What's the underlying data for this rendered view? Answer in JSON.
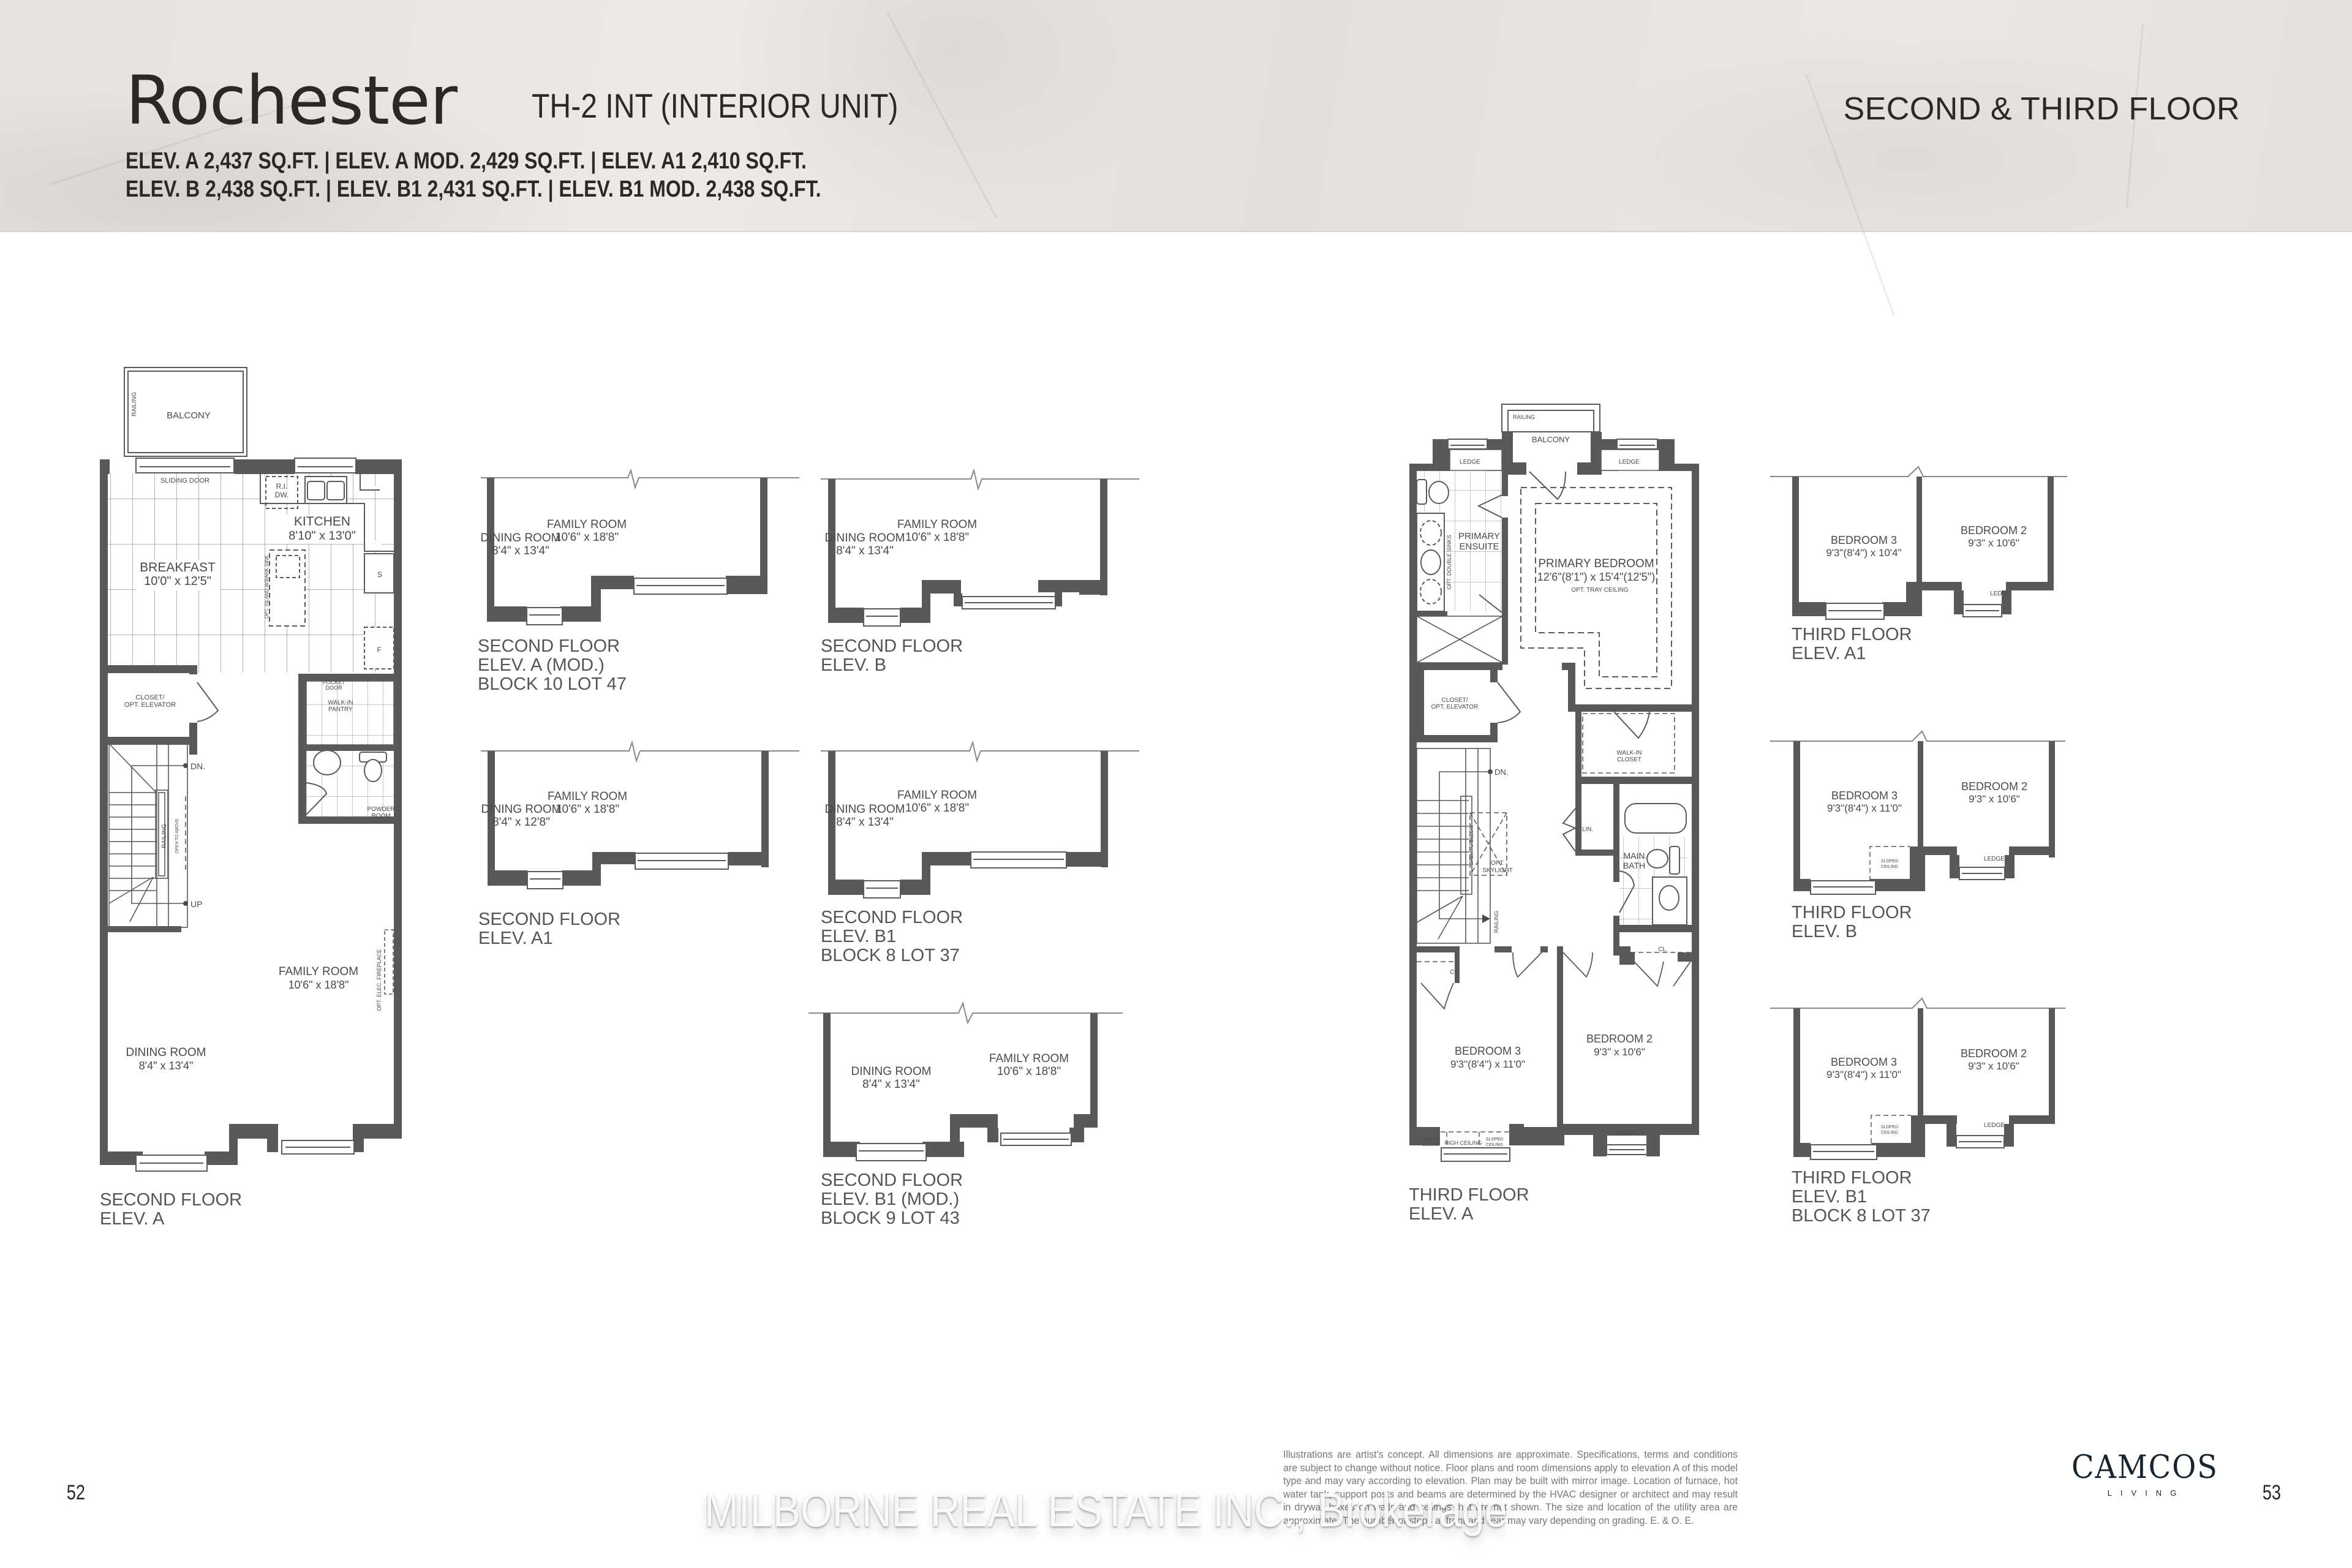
{
  "header": {
    "title": "Rochester",
    "subtitle": "TH-2 INT (INTERIOR UNIT)",
    "floor_heading": "SECOND & THIRD FLOOR",
    "sqft_line_1": "ELEV. A  2,437 SQ.FT. | ELEV. A MOD.  2,429 SQ.FT. | ELEV. A1  2,410 SQ.FT.",
    "sqft_line_2": "ELEV. B  2,438 SQ.FT. | ELEV. B1  2,431 SQ.FT. | ELEV. B1 MOD.  2,438 SQ.FT.",
    "elevations": [
      {
        "name": "ELEV. A",
        "sqft": "2,437 SQ.FT."
      },
      {
        "name": "ELEV. A MOD.",
        "sqft": "2,429 SQ.FT."
      },
      {
        "name": "ELEV. A1",
        "sqft": "2,410 SQ.FT."
      },
      {
        "name": "ELEV. B",
        "sqft": "2,438 SQ.FT."
      },
      {
        "name": "ELEV. B1",
        "sqft": "2,431 SQ.FT."
      },
      {
        "name": "ELEV. B1 MOD.",
        "sqft": "2,438 SQ.FT."
      }
    ]
  },
  "second_floor_main": {
    "caption": [
      "SECOND FLOOR",
      "ELEV. A"
    ],
    "labels": {
      "balcony": "BALCONY",
      "railing": "RAILING",
      "sliding_door": "SLIDING DOOR",
      "ri_dw_1": "R.I.",
      "ri_dw_2": "DW.",
      "kitchen": "KITCHEN",
      "kitchen_dim": "8'10\" x 13'0\"",
      "breakfast": "BREAKFAST",
      "breakfast_dim": "10'0\" x 12'5\"",
      "island": "OPT. ISLAND W/BARK SINK",
      "stove": "S",
      "fridge": "F",
      "closet_1": "CLOSET/",
      "closet_2": "OPT. ELEVATOR",
      "pocket_door_1": "POCKET",
      "pocket_door_2": "DOOR",
      "pantry_1": "WALK-IN",
      "pantry_2": "PANTRY",
      "powder_1": "POWDER",
      "powder_2": "ROOM",
      "dn": "DN.",
      "up": "UP",
      "stair_railing": "RAILING",
      "open_above": "OPEN TO ABOVE",
      "fireplace": "OPT. ELEC. FIREPLACE",
      "family_room": "FAMILY ROOM",
      "family_dim": "10'6\" x 18'8\"",
      "dining_room": "DINING ROOM",
      "dining_dim": "8'4\" x 13'4\""
    }
  },
  "second_floor_alts": [
    {
      "caption": [
        "SECOND FLOOR",
        "ELEV. A (MOD.)",
        "BLOCK 10 LOT 47"
      ],
      "dining": "DINING ROOM",
      "dining_dim": "8'4\" x 13'4\"",
      "family": "FAMILY ROOM",
      "family_dim": "10'6\" x 18'8\""
    },
    {
      "caption": [
        "SECOND FLOOR",
        "ELEV. B"
      ],
      "dining": "DINING ROOM",
      "dining_dim": "8'4\" x 13'4\"",
      "family": "FAMILY ROOM",
      "family_dim": "10'6\" x 18'8\""
    },
    {
      "caption": [
        "SECOND FLOOR",
        "ELEV. A1"
      ],
      "dining": "DINING ROOM",
      "dining_dim": "8'4\" x 12'8\"",
      "family": "FAMILY ROOM",
      "family_dim": "10'6\" x 18'8\""
    },
    {
      "caption": [
        "SECOND FLOOR",
        "ELEV. B1",
        "BLOCK 8 LOT 37"
      ],
      "dining": "DINING ROOM",
      "dining_dim": "8'4\" x 13'4\"",
      "family": "FAMILY ROOM",
      "family_dim": "10'6\" x 18'8\""
    },
    {
      "caption": [
        "SECOND FLOOR",
        "ELEV. B1 (MOD.)",
        "BLOCK 9 LOT 43"
      ],
      "dining": "DINING ROOM",
      "dining_dim": "8'4\" x 13'4\"",
      "family": "FAMILY ROOM",
      "family_dim": "10'6\" x 18'8\""
    }
  ],
  "third_floor_main": {
    "caption": [
      "THIRD FLOOR",
      "ELEV. A"
    ],
    "labels": {
      "railing": "RAILING",
      "balcony": "BALCONY",
      "ledge": "LEDGE",
      "primary_ensuite_1": "PRIMARY",
      "primary_ensuite_2": "ENSUITE",
      "double_sinks": "OPT. DOUBLE SINKS",
      "primary_bedroom": "PRIMARY BEDROOM",
      "primary_dim": "12'6\"(8'1\") x 15'4\"(12'5\")",
      "tray_ceiling": "OPT. TRAY CEILING",
      "closet_1": "CLOSET/",
      "closet_2": "OPT. ELEVATOR",
      "walkin_1": "WALK-IN",
      "walkin_2": "CLOSET",
      "dn": "DN.",
      "open_below": "OPEN TO BELOW",
      "skylight_1": "OPT.",
      "skylight_2": "SKYLIGHT",
      "lin": "LIN.",
      "main_bath_1": "MAIN",
      "main_bath_2": "BATH",
      "stair_railing": "RAILING",
      "cl": "CL.",
      "bedroom3": "BEDROOM 3",
      "bedroom3_dim": "9'3\"(8'4\") x 11'0\"",
      "bedroom2": "BEDROOM 2",
      "bedroom2_dim": "9'3\" x 10'6\"",
      "sloped_1": "SLOPED",
      "sloped_2": "CEILING",
      "high_ceiling": "HIGH CEILING"
    }
  },
  "third_floor_alts": [
    {
      "caption": [
        "THIRD FLOOR",
        "ELEV. A1"
      ],
      "bedroom3": "BEDROOM 3",
      "bedroom3_dim": "9'3\"(8'4\") x 10'4\"",
      "bedroom2": "BEDROOM 2",
      "bedroom2_dim": "9'3\" x 10'6\"",
      "ledge": "LEDGE"
    },
    {
      "caption": [
        "THIRD FLOOR",
        "ELEV. B"
      ],
      "bedroom3": "BEDROOM 3",
      "bedroom3_dim": "9'3\"(8'4\") x 11'0\"",
      "bedroom2": "BEDROOM 2",
      "bedroom2_dim": "9'3\" x 10'6\"",
      "ledge": "LEDGE",
      "sloped_1": "SLOPED",
      "sloped_2": "CEILING"
    },
    {
      "caption": [
        "THIRD FLOOR",
        "ELEV. B1",
        "BLOCK 8 LOT 37"
      ],
      "bedroom3": "BEDROOM 3",
      "bedroom3_dim": "9'3\"(8'4\") x 11'0\"",
      "bedroom2": "BEDROOM 2",
      "bedroom2_dim": "9'3\" x 10'6\"",
      "ledge": "LEDGE",
      "sloped_1": "SLOPED",
      "sloped_2": "CEILING"
    }
  ],
  "footer": {
    "page_left": "52",
    "page_right": "53",
    "disclaimer": "Illustrations are artist's concept. All dimensions are approximate. Specifications, terms and conditions are subject to change without notice. Floor plans and room dimensions apply to elevation A of this model type and may vary according to elevation. Plan may be built with mirror image. Location of furnace, hot water tank, support posts and beams are determined by the HVAC designer or architect and may result in drywall boxes on walls and ceilings that are not shown. The size and location of the utility area are approximate. The number of steps at front and rear may vary depending on grading. E. & O. E.",
    "brand_name": "CAMCOS",
    "brand_sub": "LIVING",
    "watermark": "MILBORNE REAL ESTATE INC., Brokerage"
  },
  "colors": {
    "wall": "#58595b",
    "line": "#5a5a5a",
    "text": "#3a3a3a",
    "header_bg": "#e6e2de",
    "brand": "#18242f"
  }
}
